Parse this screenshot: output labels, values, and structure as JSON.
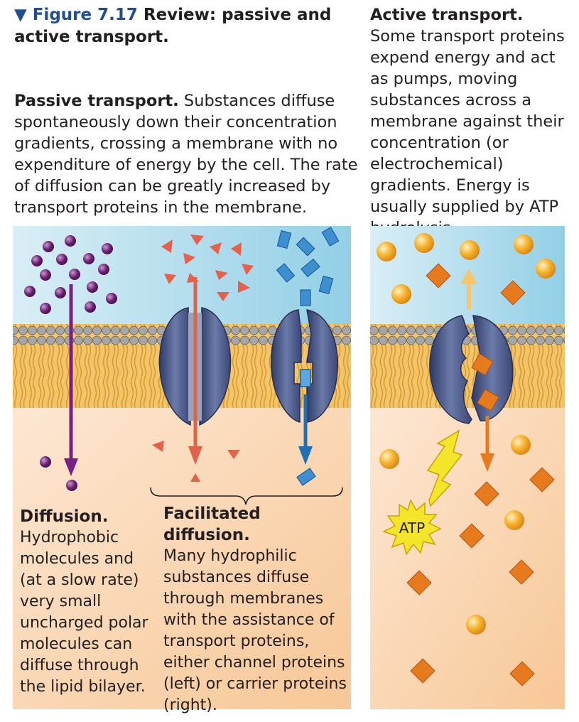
{
  "figure": {
    "marker": "▼",
    "number": "Figure 7.17",
    "title": "Review: passive and active transport."
  },
  "passive": {
    "heading": "Passive transport.",
    "body": "Substances diffuse spontaneously down their concentration gradients, crossing a membrane with no expenditure of energy by the cell. The rate of diffusion can be greatly increased by transport proteins in the membrane."
  },
  "active": {
    "heading": "Active transport.",
    "body": "Some transport proteins expend energy and act as pumps, moving substances across a membrane against their concentration (or electrochemical) gradients. Energy is usually supplied by ATP hydrolysis."
  },
  "diffusion": {
    "heading": "Diffusion.",
    "body": "Hydrophobic molecules and (at a slow rate) very small uncharged polar molecules can diffuse through the lipid bilayer."
  },
  "facilitated": {
    "heading": "Facilitated diffusion.",
    "body": "Many hydrophilic substances diffuse through membranes with the assistance of transport proteins, either channel proteins (left) or carrier proteins (right)."
  },
  "atp_label": "ATP",
  "colors": {
    "extracellular": "#bfe4f2",
    "cytoplasm": "#fbd8b5",
    "lipid_head": "#9a9a9a",
    "lipid_tail": "#e8b24a",
    "protein": "#4a5a8c",
    "purple_molecule": "#6a1e72",
    "red_triangle": "#e8604a",
    "blue_block": "#2f7fc4",
    "orange_sphere": "#f3a51c",
    "orange_diamond": "#e87a1e",
    "atp_star": "#f5e52a",
    "figure_number": "#1f4e96"
  }
}
